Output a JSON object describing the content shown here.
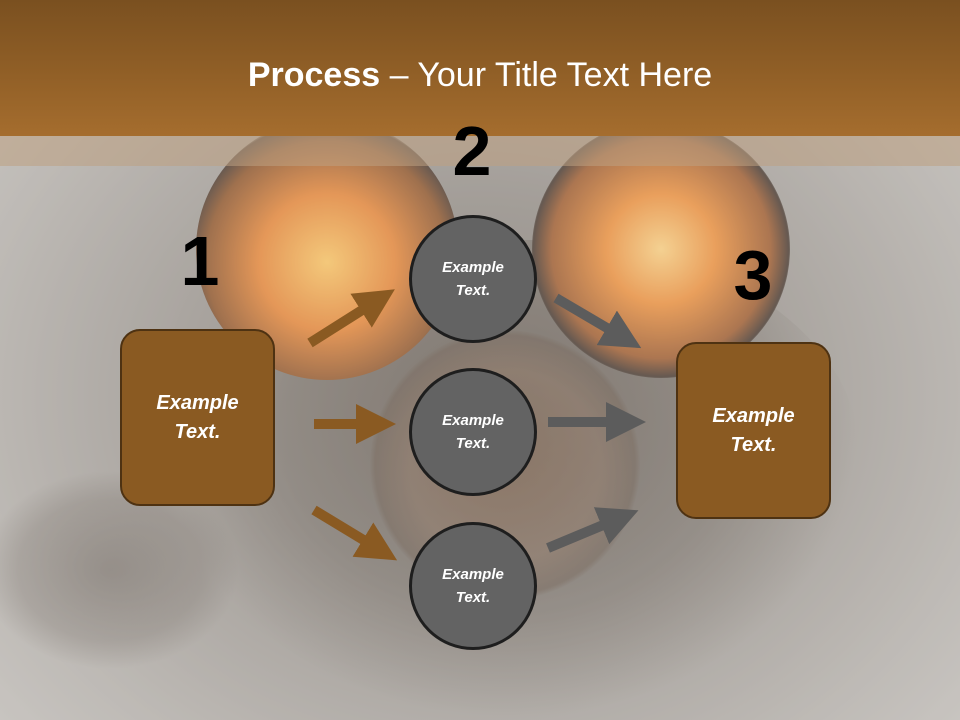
{
  "title": {
    "bold": "Process",
    "rest": " – Your Title Text Here"
  },
  "steps": {
    "one": "1",
    "two": "2",
    "three": "3"
  },
  "left_box": {
    "text": "Example Text."
  },
  "right_box": {
    "text": "Example Text."
  },
  "circles": [
    {
      "text": "Example Text."
    },
    {
      "text": "Example Text."
    },
    {
      "text": "Example Text."
    }
  ],
  "colors": {
    "brown": "#8a5a22",
    "gray": "#636363",
    "arrow_brown": "#8a5a22",
    "arrow_gray": "#5c5c5c"
  }
}
